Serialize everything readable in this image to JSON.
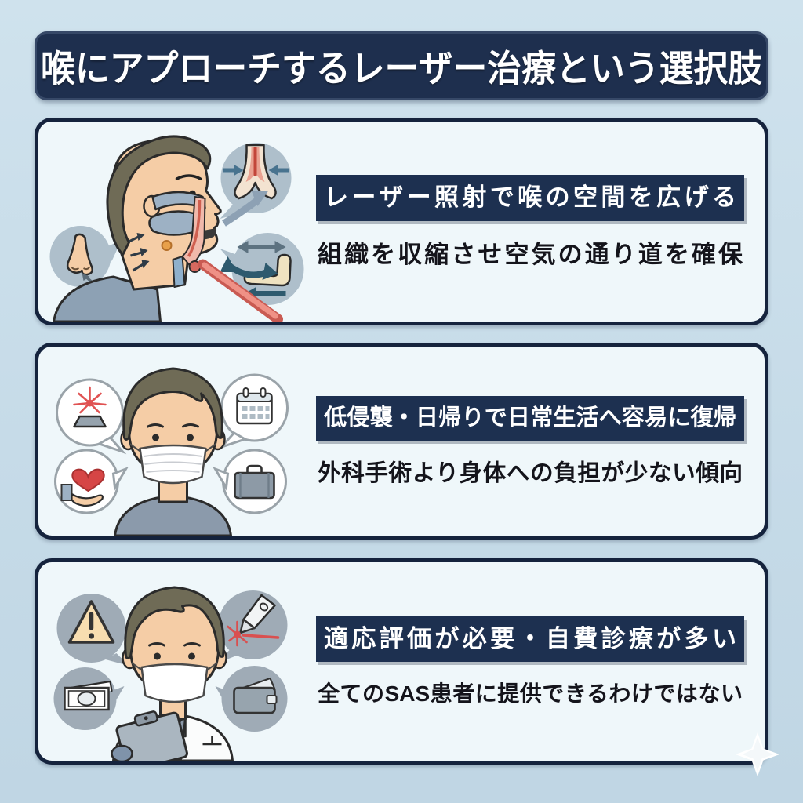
{
  "page": {
    "title": "喉にアプローチするレーザー治療という選択肢"
  },
  "cards": [
    {
      "id": "mechanism",
      "headline": "レーザー照射で喉の空間を広げる",
      "description": "組織を収縮させ空気の通り道を確保",
      "illustration": "patient-profile-throat-laser",
      "icons": [
        "nose-airflow-icon",
        "throat-narrowing-icon",
        "mouthpiece-icon",
        "laser-beam-icon"
      ]
    },
    {
      "id": "recovery",
      "headline": "低侵襲・日帰りで日常生活へ容易に復帰",
      "description": "外科手術より身体への負担が少ない傾向",
      "illustration": "masked-patient",
      "icons": [
        "laser-device-icon",
        "calendar-icon",
        "heart-in-hand-icon",
        "briefcase-icon"
      ]
    },
    {
      "id": "caution",
      "headline": "適応評価が必要・自費診療が多い",
      "description": "全てのSAS患者に提供できるわけではない",
      "illustration": "doctor-with-clipboard",
      "icons": [
        "warning-icon",
        "laser-pen-icon",
        "banknote-icon",
        "wallet-icon"
      ]
    }
  ],
  "decorations": {
    "corner": "sparkle-icon"
  },
  "colors": {
    "page_background": "#c9dde9",
    "card_background": "#eff7fa",
    "card_border": "#15233d",
    "banner_background": "#1e2f4e",
    "headline_background": "#1d3050",
    "headline_text": "#ffffff",
    "description_text": "#14141b",
    "laser_red": "#e05252",
    "skin": "#f5cda6",
    "hair": "#6f6b56",
    "circle_blue_gray": "#aebfcb",
    "bubble_gray": "#9fabb6"
  }
}
